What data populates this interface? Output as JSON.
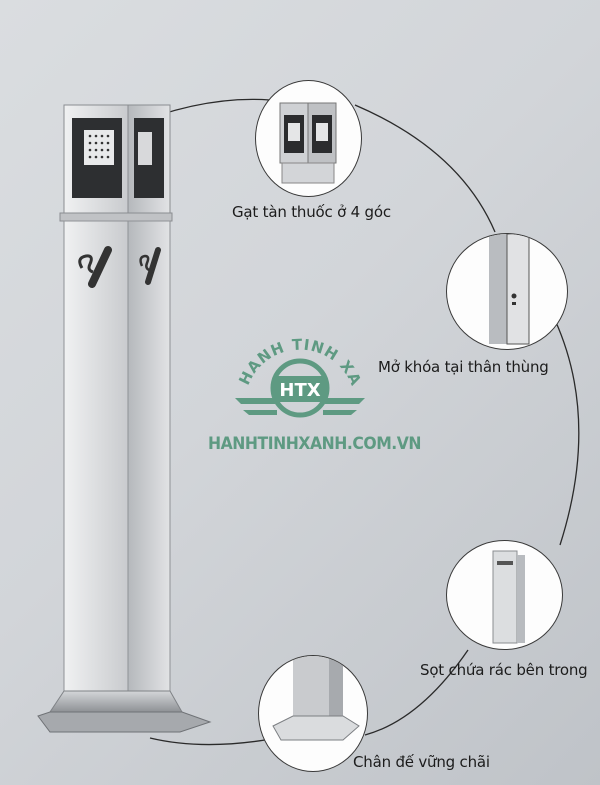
{
  "product": {
    "name": "stainless steel ashtray trash bin",
    "features": [
      {
        "id": "ashtray-corners",
        "label": "Gạt tàn thuốc ở 4 góc"
      },
      {
        "id": "body-lock",
        "label": "Mở khóa tại thân thùng"
      },
      {
        "id": "inner-bin",
        "label": "Sọt chứa rác bên trong"
      },
      {
        "id": "sturdy-base",
        "label": "Chân đế vững chãi"
      }
    ]
  },
  "watermark": {
    "arc_text": "HANH TINH XANH",
    "badge": "HTX",
    "website": "HANHTINHXANH.COM.VN",
    "color": "#5e9a82"
  },
  "icons": {
    "no_smoking_like": "cigarette-icon"
  },
  "colors": {
    "background": "#d2d5d9",
    "steel_light": "#e4e5e7",
    "steel_dark": "#9b9ea2",
    "line": "#2a2a2a"
  }
}
